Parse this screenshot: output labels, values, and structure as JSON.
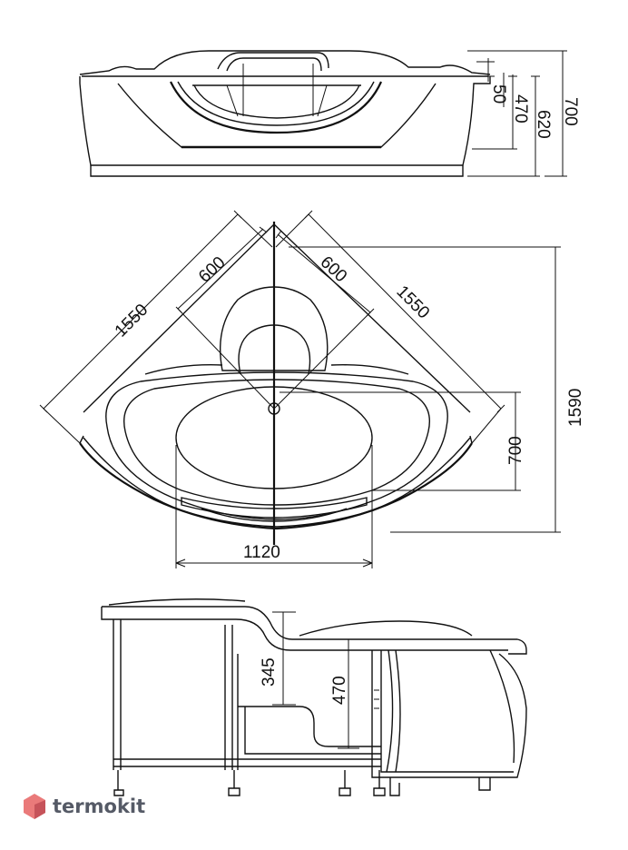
{
  "front_view": {
    "dims": {
      "d50": "50",
      "d470": "470",
      "d620": "620",
      "d700": "700"
    }
  },
  "top_view": {
    "dims": {
      "d600_left": "600",
      "d600_right": "600",
      "d1550_left": "1550",
      "d1550_right": "1550",
      "d1590": "1590",
      "d700": "700",
      "d1120": "1120"
    }
  },
  "side_view": {
    "dims": {
      "d345": "345",
      "d470": "470"
    }
  },
  "watermark": {
    "text": "termokit",
    "color": "#555a66",
    "accent": "#e86b6b"
  }
}
